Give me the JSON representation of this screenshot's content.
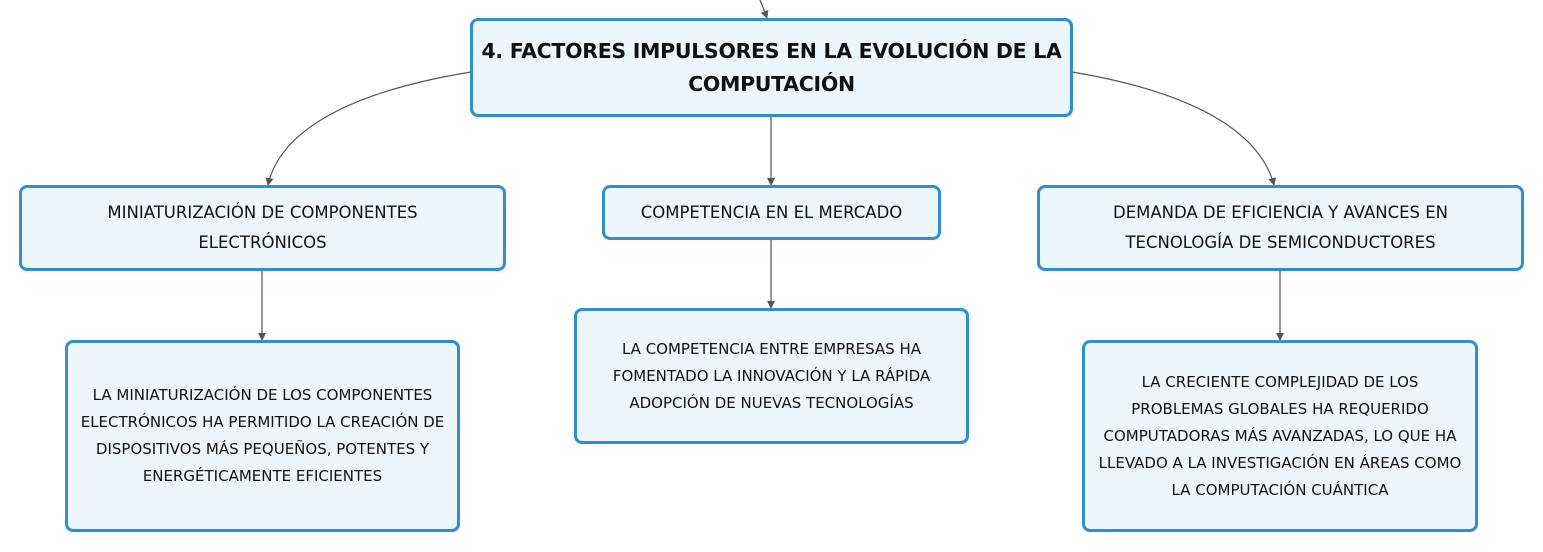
{
  "diagram": {
    "root": {
      "title": "4. FACTORES IMPULSORES EN LA EVOLUCIÓN DE LA COMPUTACIÓN"
    },
    "branches": [
      {
        "label": "MINIATURIZACIÓN DE COMPONENTES ELECTRÓNICOS",
        "detail": "LA MINIATURIZACIÓN DE LOS COMPONENTES ELECTRÓNICOS HA PERMITIDO LA CREACIÓN DE DISPOSITIVOS MÁS PEQUEÑOS, POTENTES Y ENERGÉTICAMENTE EFICIENTES"
      },
      {
        "label": "COMPETENCIA EN EL MERCADO",
        "detail": "LA COMPETENCIA ENTRE EMPRESAS HA FOMENTADO LA INNOVACIÓN Y LA RÁPIDA ADOPCIÓN DE NUEVAS TECNOLOGÍAS"
      },
      {
        "label": "DEMANDA DE EFICIENCIA Y AVANCES EN TECNOLOGÍA DE SEMICONDUCTORES",
        "detail": "LA CRECIENTE COMPLEJIDAD DE LOS PROBLEMAS GLOBALES HA REQUERIDO COMPUTADORAS MÁS AVANZADAS, LO QUE HA LLEVADO A LA INVESTIGACIÓN EN ÁREAS COMO LA COMPUTACIÓN CUÁNTICA"
      }
    ],
    "colors": {
      "node_border": "#2b8fd9",
      "node_fill": "#eef6fd",
      "connector": "#555555",
      "text": "#111111"
    }
  }
}
